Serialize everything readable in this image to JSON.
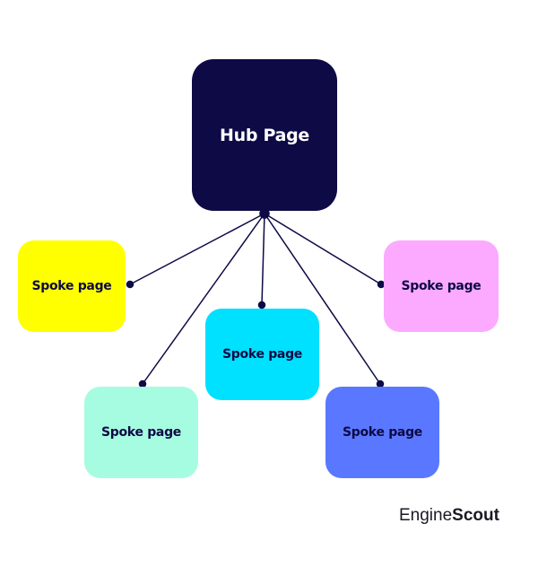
{
  "hub": {
    "label": "Hub Page",
    "color": "#0d0a45"
  },
  "spokes": [
    {
      "label": "Spoke page",
      "color": "#ffff00"
    },
    {
      "label": "Spoke page",
      "color": "#fbaaff"
    },
    {
      "label": "Spoke page",
      "color": "#00e0ff"
    },
    {
      "label": "Spoke page",
      "color": "#a6fce0"
    },
    {
      "label": "Spoke page",
      "color": "#5a78ff"
    }
  ],
  "logo": {
    "part1": "Engine",
    "part2": "Scout"
  }
}
